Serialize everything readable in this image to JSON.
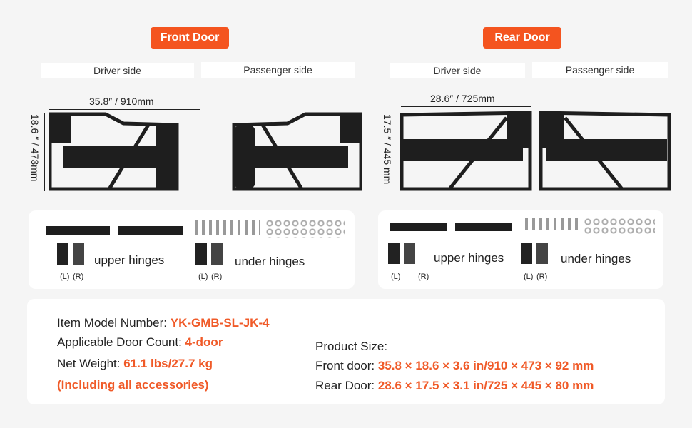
{
  "front": {
    "title": "Front Door",
    "driver": "Driver side",
    "passenger": "Passenger side",
    "width": "35.8″ / 910mm",
    "height": "18.6 ″ / 473mm"
  },
  "rear": {
    "title": "Rear Door",
    "driver": "Driver side",
    "passenger": "Passenger side",
    "width": "28.6″ / 725mm",
    "height": "17.5 ″ / 445 mm"
  },
  "accessories": {
    "upper": "upper hinges",
    "under": "under hinges",
    "left": "(L)",
    "right": "(R)"
  },
  "specs": {
    "model_label": "Item Model Number: ",
    "model": "YK-GMB-SL-JK-4",
    "count_label": "Applicable Door Count: ",
    "count": "4-door",
    "weight_label": "Net Weight: ",
    "weight": "61.1 lbs/27.7 kg",
    "note": "(Including all accessories)",
    "size_label": "Product Size:",
    "front_label": "Front door: ",
    "front_size": "35.8 × 18.6 × 3.6 in/910 × 473 × 92 mm",
    "rear_label": "Rear Door: ",
    "rear_size": "28.6 × 17.5 × 3.1 in/725 × 445 × 80 mm"
  },
  "colors": {
    "accent": "#f4541f"
  }
}
